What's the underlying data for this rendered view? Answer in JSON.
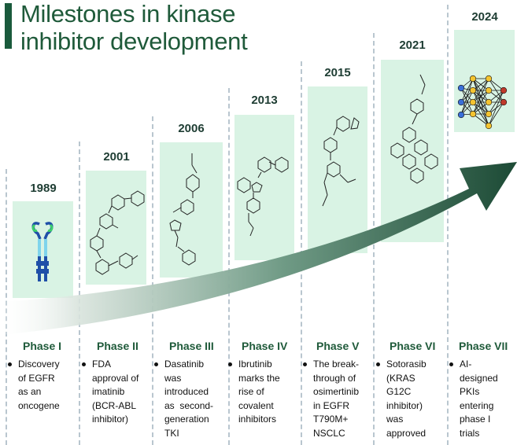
{
  "title": {
    "line1": "Milestones in kinase",
    "line2": "inhibitor development"
  },
  "colors": {
    "accent": "#1a5a3c",
    "panel": "#d9f3e4",
    "arrow_dark": "#1c4a35"
  },
  "milestones": [
    {
      "year": "1989",
      "phase": "Phase I",
      "lines": [
        "Discovery",
        "of EGFR",
        "as an",
        "oncogene"
      ],
      "icon": "egfr-receptor-icon"
    },
    {
      "year": "2001",
      "phase": "Phase II",
      "lines": [
        "FDA",
        "approval of",
        "imatinib",
        "(BCR-ABL",
        "inhibitor)"
      ],
      "icon": "imatinib-structure-icon"
    },
    {
      "year": "2006",
      "phase": "Phase III",
      "lines": [
        "Dasatinib",
        "was",
        "introduced",
        "as  second-",
        "generation",
        "TKI"
      ],
      "icon": "dasatinib-structure-icon"
    },
    {
      "year": "2013",
      "phase": "Phase IV",
      "lines": [
        "Ibrutinib",
        "marks the",
        "rise of",
        "covalent",
        "inhibitors"
      ],
      "icon": "ibrutinib-structure-icon"
    },
    {
      "year": "2015",
      "phase": "Phase V",
      "lines": [
        "The break-",
        "through of",
        "osimertinib",
        "in EGFR",
        "T790M+",
        "NSCLC"
      ],
      "icon": "osimertinib-structure-icon"
    },
    {
      "year": "2021",
      "phase": "Phase VI",
      "lines": [
        "Sotorasib",
        "(KRAS",
        "G12C",
        "inhibitor)",
        "was",
        "approved"
      ],
      "icon": "sotorasib-structure-icon"
    },
    {
      "year": "2024",
      "phase": "Phase VII",
      "lines": [
        "AI-",
        "designed",
        "PKIs",
        "entering",
        "phase I",
        "trials"
      ],
      "icon": "neural-network-icon"
    }
  ]
}
